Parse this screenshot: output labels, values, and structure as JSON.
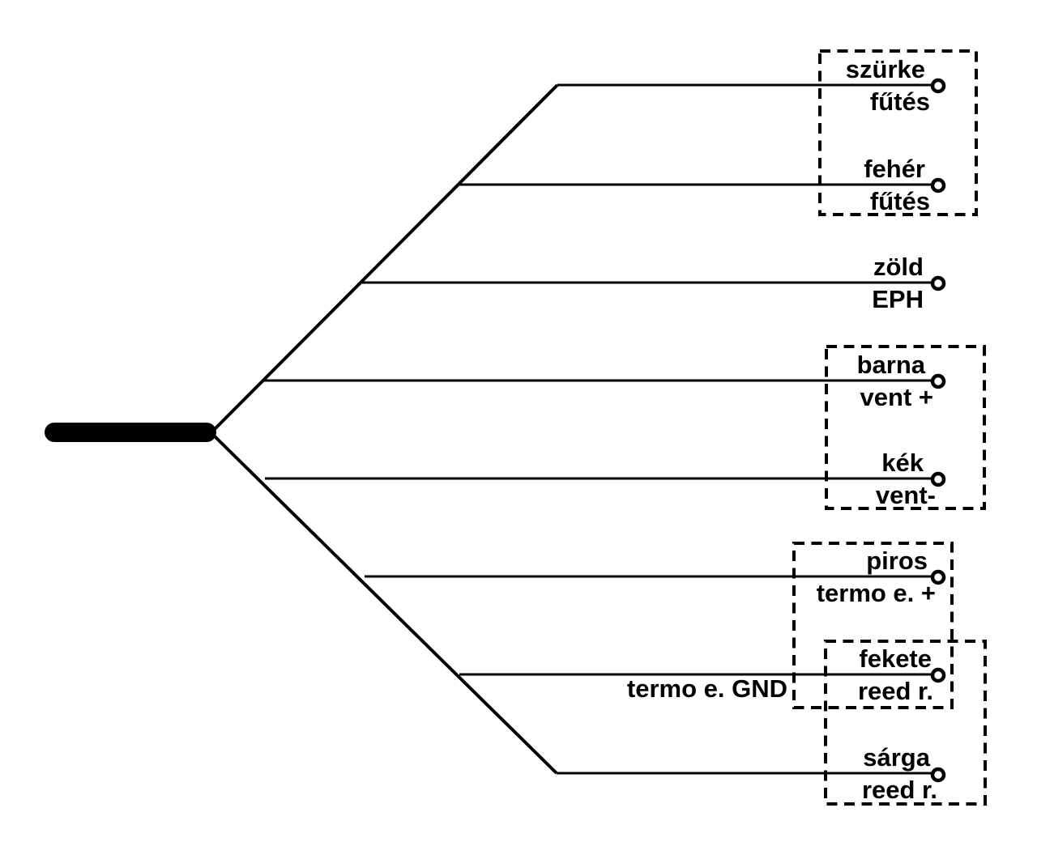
{
  "diagram": {
    "title": "cable-pinout-diagram",
    "colors": {
      "background": "#ffffff",
      "lines": "#000000",
      "text": "#000000"
    },
    "cable": {
      "name": "main-cable"
    },
    "wires": [
      {
        "id": "szurke",
        "color_label": "szürke",
        "function_label": "fűtés"
      },
      {
        "id": "feher",
        "color_label": "fehér",
        "function_label": "fűtés"
      },
      {
        "id": "zold",
        "color_label": "zöld",
        "function_label": "EPH"
      },
      {
        "id": "barna",
        "color_label": "barna",
        "function_label": "vent +"
      },
      {
        "id": "kek",
        "color_label": "kék",
        "function_label": "vent-"
      },
      {
        "id": "piros",
        "color_label": "piros",
        "function_label": "termo e. +"
      },
      {
        "id": "fekete",
        "color_label": "fekete",
        "function_label": "reed r.",
        "left_label": "termo e. GND"
      },
      {
        "id": "sarga",
        "color_label": "sárga",
        "function_label": "reed r."
      }
    ],
    "groups": [
      {
        "name": "group-futes",
        "wires": [
          "szürke",
          "fehér"
        ]
      },
      {
        "name": "group-vent",
        "wires": [
          "barna",
          "kék"
        ]
      },
      {
        "name": "group-termo",
        "wires": [
          "piros",
          "fekete"
        ]
      },
      {
        "name": "group-reed-relay",
        "wires": [
          "fekete",
          "sárga"
        ]
      }
    ]
  }
}
